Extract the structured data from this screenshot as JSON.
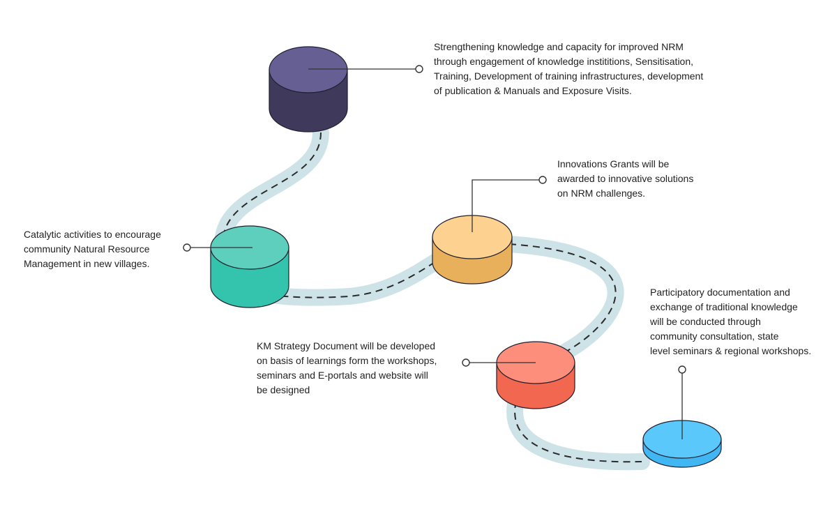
{
  "steps": [
    {
      "id": "knowledge-capacity",
      "lines": [
        "Strengthening knowledge and capacity for improved NRM",
        "through engagement of knowledge instititions, Sensitisation,",
        "Training, Development of training infrastructures, development",
        "of publication & Manuals and Exposure Visits."
      ],
      "colors": {
        "top": "#665f94",
        "side": "#3f3a5c"
      }
    },
    {
      "id": "innovation-grants",
      "lines": [
        "Innovations Grants will be",
        "awarded to innovative solutions",
        "on NRM challenges."
      ],
      "colors": {
        "top": "#fdd290",
        "side": "#e8b05b"
      }
    },
    {
      "id": "catalytic-activities",
      "lines": [
        "Catalytic activities to encourage",
        "community Natural Resource",
        "Management in new villages."
      ],
      "colors": {
        "top": "#5dcfbc",
        "side": "#34c3ad"
      }
    },
    {
      "id": "participatory-documentation",
      "lines": [
        "Participatory documentation and",
        "exchange of traditional knowledge",
        "will be conducted through",
        "community consultation, state",
        "level seminars & regional workshops."
      ],
      "colors": {
        "top": "#5bc8fc",
        "side": "#40b6f3"
      }
    },
    {
      "id": "km-strategy",
      "lines": [
        "KM Strategy Document will be developed",
        "on basis of learnings form the workshops,",
        "seminars and E-portals and website will",
        "be designed"
      ],
      "colors": {
        "top": "#fd8e7b",
        "side": "#f2674f"
      }
    }
  ],
  "road_colors": {
    "road": "#cde3e7",
    "dash": "#2a2a2a",
    "connector": "#333333"
  }
}
